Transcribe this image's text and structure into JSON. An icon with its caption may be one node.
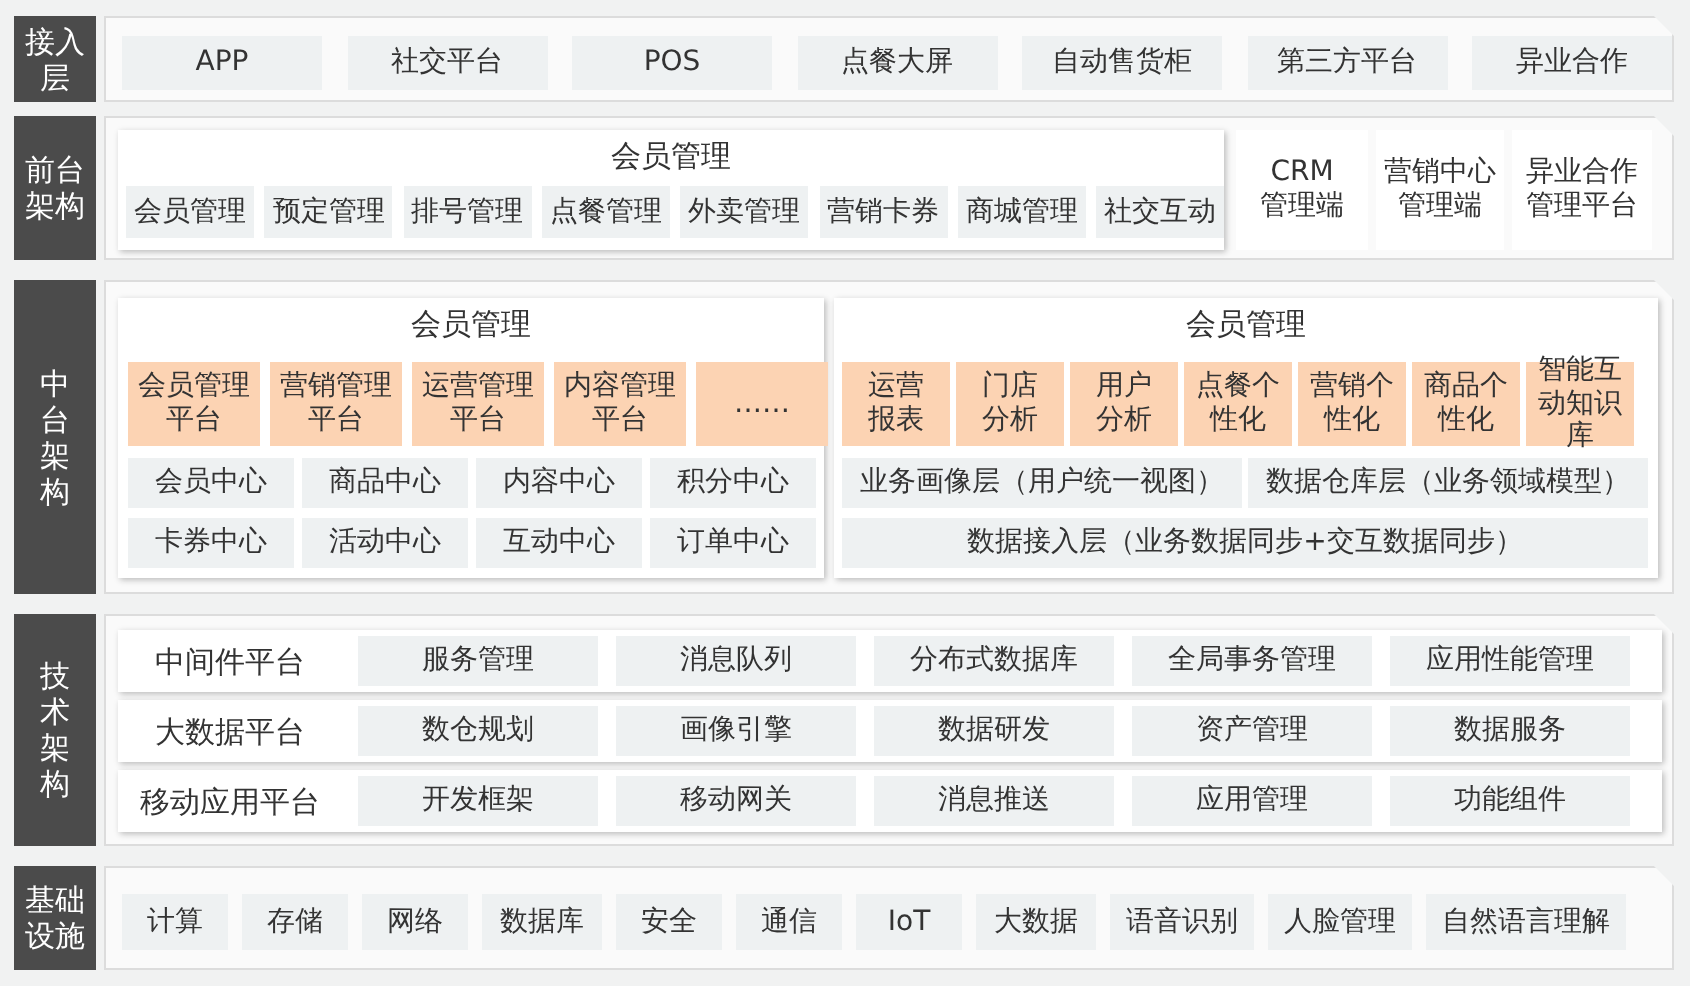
{
  "diagram": {
    "nodes": [
      {
        "text": [
          "接入层"
        ]
      },
      {
        "text": [],
        "shape": "box"
      },
      {
        "text": [
          "APP"
        ],
        "in": 1
      },
      {
        "text": [
          "社交平台"
        ],
        "in": 1
      },
      {
        "text": [
          "POS"
        ],
        "in": 1
      },
      {
        "text": [
          "点餐大屏"
        ],
        "in": 1
      },
      {
        "text": [
          "自动售货柜"
        ],
        "in": 1
      },
      {
        "text": [
          "第三方平台"
        ],
        "in": 1
      },
      {
        "text": [
          "异业合作"
        ],
        "in": 1
      },
      {
        "text": [
          "前台架构"
        ]
      },
      {
        "text": [],
        "shape": "box"
      },
      {
        "text": [
          "会员管理"
        ],
        "in": 10
      },
      {
        "text": [
          "会员管理"
        ],
        "in": 11
      },
      {
        "text": [
          "预定管理"
        ],
        "in": 11
      },
      {
        "text": [
          "排号管理"
        ],
        "in": 11
      },
      {
        "text": [
          "点餐管理"
        ],
        "in": 11
      },
      {
        "text": [
          "外卖管理"
        ],
        "in": 11
      },
      {
        "text": [
          "营销卡券"
        ],
        "in": 11
      },
      {
        "text": [
          "商城管理"
        ],
        "in": 11
      },
      {
        "text": [
          "社交互动"
        ],
        "in": 11
      },
      {
        "text": [
          "CRM管理端"
        ],
        "in": 10
      },
      {
        "text": [
          "营销中心管理端"
        ],
        "in": 10
      },
      {
        "text": [
          "异业合作管理平台"
        ],
        "in": 10
      },
      {
        "text": [
          "中台架构"
        ]
      },
      {
        "text": [],
        "shape": "box"
      },
      {
        "text": [
          "会员管理"
        ],
        "in": 24
      },
      {
        "text": [
          "会员管理平台"
        ],
        "in": 25
      },
      {
        "text": [
          "营销管理平台"
        ],
        "in": 25
      },
      {
        "text": [
          "运营管理平台"
        ],
        "in": 25
      },
      {
        "text": [
          "内容管理平台"
        ],
        "in": 25
      },
      {
        "text": [
          "……"
        ],
        "in": 25
      },
      {
        "text": [
          "会员中心"
        ],
        "in": 25
      },
      {
        "text": [
          "商品中心"
        ],
        "in": 25
      },
      {
        "text": [
          "内容中心"
        ],
        "in": 25
      },
      {
        "text": [
          "积分中心"
        ],
        "in": 25
      },
      {
        "text": [
          "卡券中心"
        ],
        "in": 25
      },
      {
        "text": [
          "活动中心"
        ],
        "in": 25
      },
      {
        "text": [
          "互动中心"
        ],
        "in": 25
      },
      {
        "text": [
          "订单中心"
        ],
        "in": 25
      },
      {
        "text": [
          "会员管理"
        ],
        "in": 24
      },
      {
        "text": [
          "运营报表"
        ],
        "in": 39
      },
      {
        "text": [
          "门店分析"
        ],
        "in": 39
      },
      {
        "text": [
          "用户分析"
        ],
        "in": 39
      },
      {
        "text": [
          "点餐个性化"
        ],
        "in": 39
      },
      {
        "text": [
          "营销个性化"
        ],
        "in": 39
      },
      {
        "text": [
          "商品个性化"
        ],
        "in": 39
      },
      {
        "text": [
          "智能互动知识库"
        ],
        "in": 39
      },
      {
        "text": [
          "业务画像层（用户统一视图）"
        ],
        "in": 39
      },
      {
        "text": [
          "数据仓库层（业务领域模型）"
        ],
        "in": 39
      },
      {
        "text": [
          "数据接入层（业务数据同步+交互数据同步）"
        ],
        "in": 39
      },
      {
        "text": [
          "技术架构"
        ]
      },
      {
        "text": [],
        "shape": "box"
      },
      {
        "text": [
          "中间件平台"
        ],
        "in": 51
      },
      {
        "text": [
          "服务管理"
        ],
        "in": 52
      },
      {
        "text": [
          "消息队列"
        ],
        "in": 52
      },
      {
        "text": [
          "分布式数据库"
        ],
        "in": 52
      },
      {
        "text": [
          "全局事务管理"
        ],
        "in": 52
      },
      {
        "text": [
          "应用性能管理"
        ],
        "in": 52
      },
      {
        "text": [
          "大数据平台"
        ],
        "in": 51
      },
      {
        "text": [
          "数仓规划"
        ],
        "in": 58
      },
      {
        "text": [
          "画像引擎"
        ],
        "in": 58
      },
      {
        "text": [
          "数据研发"
        ],
        "in": 58
      },
      {
        "text": [
          "资产管理"
        ],
        "in": 58
      },
      {
        "text": [
          "数据服务"
        ],
        "in": 58
      },
      {
        "text": [
          "移动应用平台"
        ],
        "in": 51
      },
      {
        "text": [
          "开发框架"
        ],
        "in": 64
      },
      {
        "text": [
          "移动网关"
        ],
        "in": 64
      },
      {
        "text": [
          "消息推送"
        ],
        "in": 64
      },
      {
        "text": [
          "应用管理"
        ],
        "in": 64
      },
      {
        "text": [
          "功能组件"
        ],
        "in": 64
      },
      {
        "text": [
          "基础设施"
        ]
      },
      {
        "text": [],
        "shape": "box"
      },
      {
        "text": [
          "计算"
        ],
        "in": 71
      },
      {
        "text": [
          "存储"
        ],
        "in": 71
      },
      {
        "text": [
          "网络"
        ],
        "in": 71
      },
      {
        "text": [
          "数据库"
        ],
        "in": 71
      },
      {
        "text": [
          "安全"
        ],
        "in": 71
      },
      {
        "text": [
          "通信"
        ],
        "in": 71
      },
      {
        "text": [
          "IoT"
        ],
        "in": 71
      },
      {
        "text": [
          "大数据"
        ],
        "in": 71
      },
      {
        "text": [
          "语音识别"
        ],
        "in": 71
      },
      {
        "text": [
          "人脸管理"
        ],
        "in": 71
      },
      {
        "text": [
          "自然语言理解"
        ],
        "in": 71
      }
    ]
  }
}
